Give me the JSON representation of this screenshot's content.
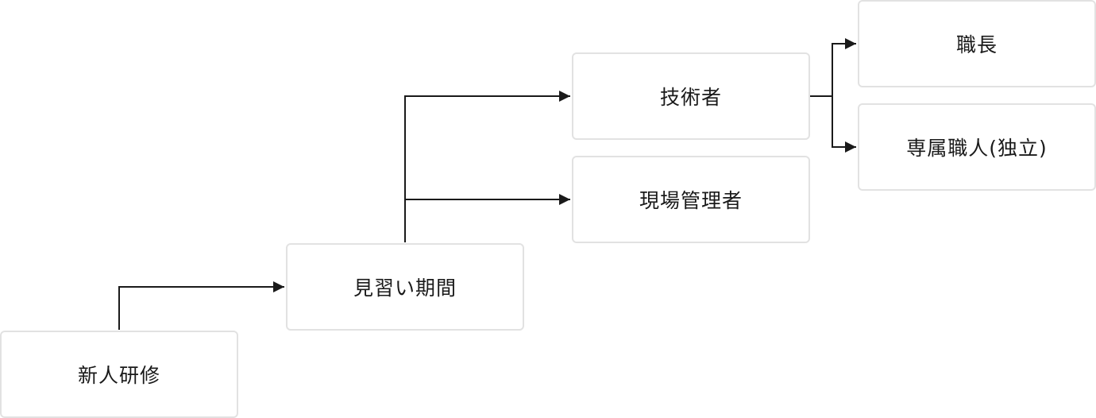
{
  "diagram": {
    "nodes": {
      "shinjin": "新人研修",
      "minarai": "見習い期間",
      "gijutsu": "技術者",
      "genba": "現場管理者",
      "shokucho": "職長",
      "senzoku": "専属職人(独立)"
    },
    "edges": [
      {
        "from": "新人研修",
        "to": "見習い期間"
      },
      {
        "from": "見習い期間",
        "to": "技術者"
      },
      {
        "from": "見習い期間",
        "to": "現場管理者"
      },
      {
        "from": "技術者",
        "to": "職長"
      },
      {
        "from": "技術者",
        "to": "専属職人(独立)"
      }
    ],
    "colors": {
      "line": "#1a1a1a",
      "node_border": "#e2e2e2",
      "text": "#1a1a1a"
    }
  }
}
